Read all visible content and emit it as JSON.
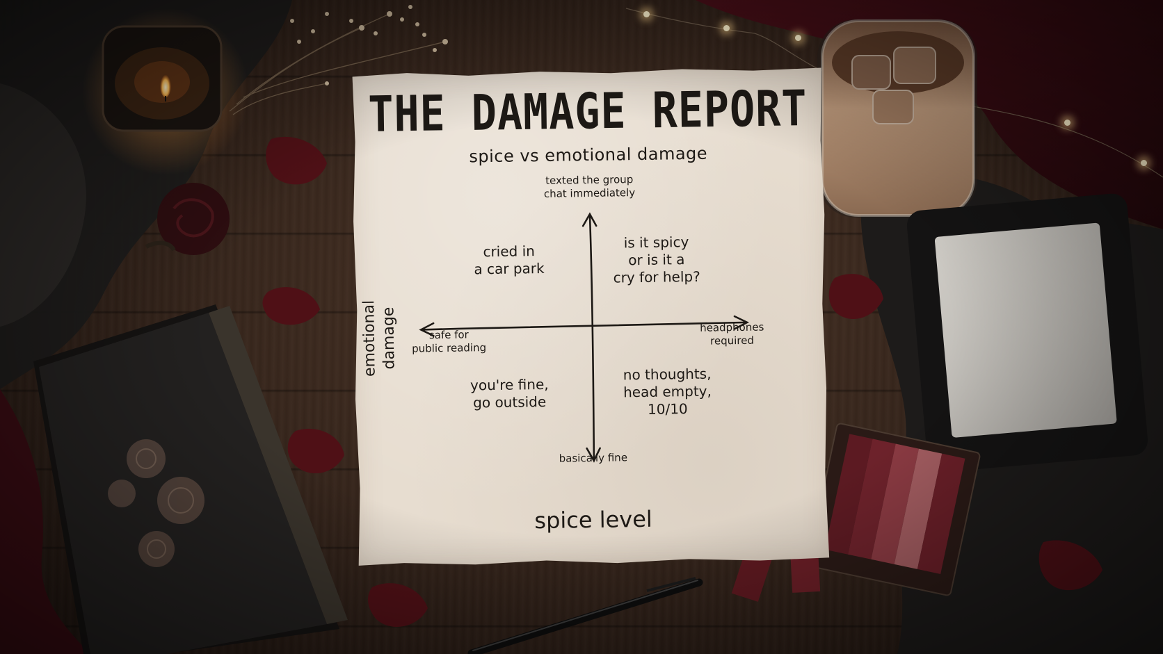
{
  "paper": {
    "title": "THE DAMAGE REPORT",
    "subtitle": "spice vs emotional damage",
    "y_axis_label": "emotional damage",
    "x_axis_label": "spice level",
    "axis_ends": {
      "top": "texted the group\nchat immediately",
      "bottom": "basically fine",
      "left": "safe for\npublic reading",
      "right": "headphones\nrequired"
    },
    "quadrants": {
      "top_left": "cried in\na car park",
      "top_right": "is it spicy\nor is it a\ncry for help?",
      "bottom_left": "you're fine,\ngo outside",
      "bottom_right": "no thoughts,\nhead empty,\n10/10"
    }
  },
  "colors": {
    "paper": "#e7ddd0",
    "ink": "#1d1915",
    "table": "#33231a",
    "petal": "#5a1218",
    "velvet": "#3c0d14"
  },
  "props": {
    "candle": "lit-candle-jar",
    "coffee": "iced-coffee-glass",
    "ereader": "e-reader-device",
    "book": "dark-floral-hardcover-book",
    "pen": "black-pen",
    "tabs": "burgundy-sticky-tabs",
    "flowers": "dried-flower-sprigs",
    "lights": "fairy-lights"
  }
}
